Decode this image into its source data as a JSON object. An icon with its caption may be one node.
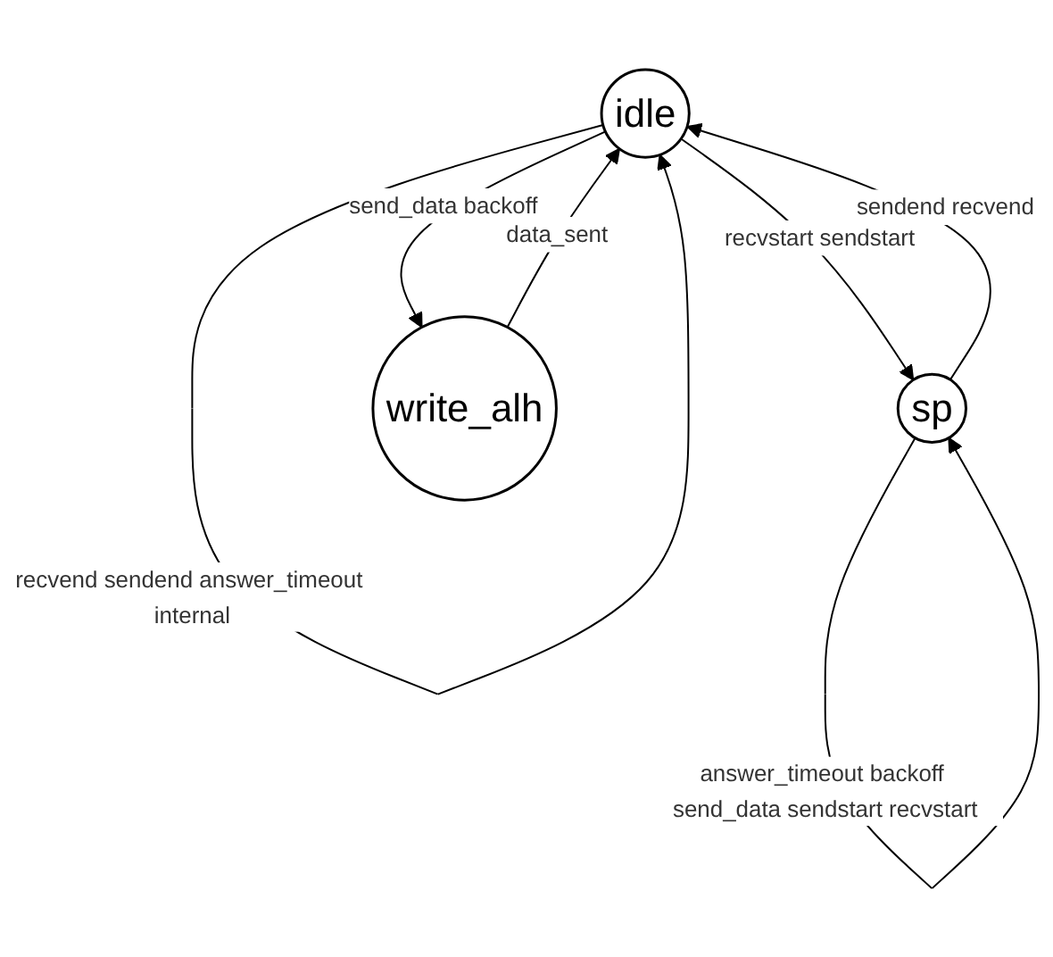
{
  "diagram": {
    "nodes": [
      {
        "text": [
          "idle"
        ]
      },
      {
        "text": [
          "sp"
        ]
      },
      {
        "text": [
          "write_alh"
        ]
      }
    ],
    "edges": [
      {
        "from": 0,
        "to": 0,
        "arrow": "to",
        "label": "recvend sendend answer_timeout internal"
      },
      {
        "from": 0,
        "to": 1,
        "arrow": "to",
        "label": "recvstart sendstart"
      },
      {
        "from": 1,
        "to": 0,
        "arrow": "to",
        "label": "sendend recvend"
      },
      {
        "from": 0,
        "to": 2,
        "arrow": "to",
        "label": "send_data backoff"
      },
      {
        "from": 2,
        "to": 0,
        "arrow": "to",
        "label": "data_sent"
      },
      {
        "from": 1,
        "to": 1,
        "arrow": "to",
        "label": "answer_timeout backoff send_data sendstart recvstart"
      }
    ]
  }
}
